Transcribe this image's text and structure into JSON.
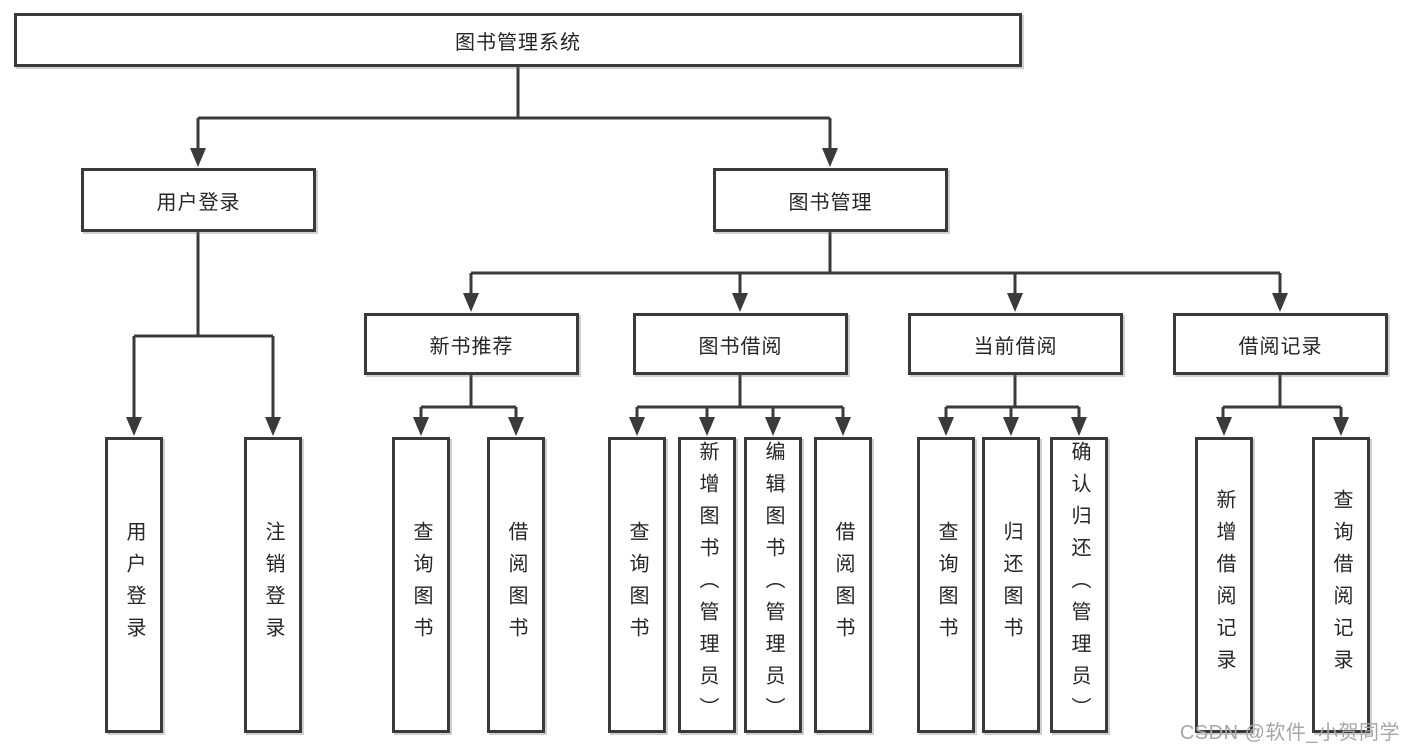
{
  "diagram": {
    "title": "图书管理系统",
    "watermark": "CSDN @软件_小贺同学",
    "colors": {
      "line": "#3a3a3a",
      "text": "#262626",
      "box_background": "#ffffff",
      "watermark": "#a7a7a7"
    },
    "nodes": {
      "root": {
        "label": "图书管理系统"
      },
      "user_login_group": {
        "label": "用户登录"
      },
      "book_management": {
        "label": "图书管理"
      },
      "new_book_recommend": {
        "label": "新书推荐"
      },
      "book_borrowing": {
        "label": "图书借阅"
      },
      "current_borrowing": {
        "label": "当前借阅"
      },
      "borrowing_records": {
        "label": "借阅记录"
      },
      "user_login": {
        "label": "用户登录"
      },
      "logout": {
        "label": "注销登录"
      },
      "recommend_query_books": {
        "label": "查询图书"
      },
      "recommend_borrow_books": {
        "label": "借阅图书"
      },
      "borrowing_query_books": {
        "label": "查询图书"
      },
      "borrowing_add_books": {
        "label": "新增图书（管理员）"
      },
      "borrowing_edit_books": {
        "label": "编辑图书（管理员）"
      },
      "borrowing_borrow_books": {
        "label": "借阅图书"
      },
      "current_query_books": {
        "label": "查询图书"
      },
      "current_return_books": {
        "label": "归还图书"
      },
      "current_confirm_return": {
        "label": "确认归还（管理员）"
      },
      "records_add_record": {
        "label": "新增借阅记录"
      },
      "records_query_record": {
        "label": "查询借阅记录"
      }
    }
  }
}
